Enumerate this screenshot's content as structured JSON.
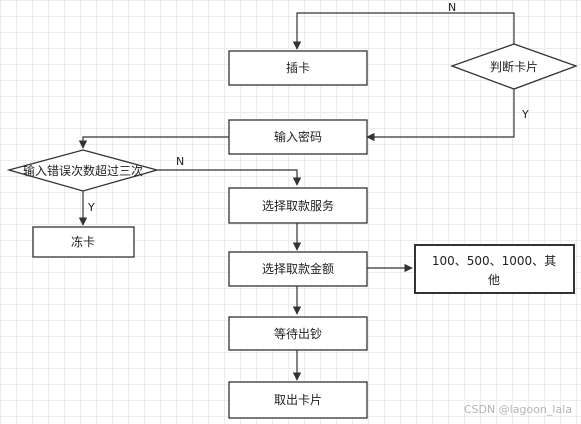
{
  "diagram": {
    "nodes": {
      "insert_card": "插卡",
      "judge_card": "判断卡片",
      "enter_password": "输入密码",
      "wrong_over_three": "输入错误次数超过三次",
      "freeze_card": "冻卡",
      "choose_service": "选择取款服务",
      "choose_amount": "选择取款金额",
      "amount_options_line1": "100、500、1000、其",
      "amount_options_line2": "他",
      "wait_cash": "等待出钞",
      "take_card": "取出卡片"
    },
    "edge_labels": {
      "judge_no": "N",
      "judge_yes": "Y",
      "wrong_no": "N",
      "wrong_yes": "Y"
    },
    "watermark": "CSDN @lagoon_lala"
  }
}
